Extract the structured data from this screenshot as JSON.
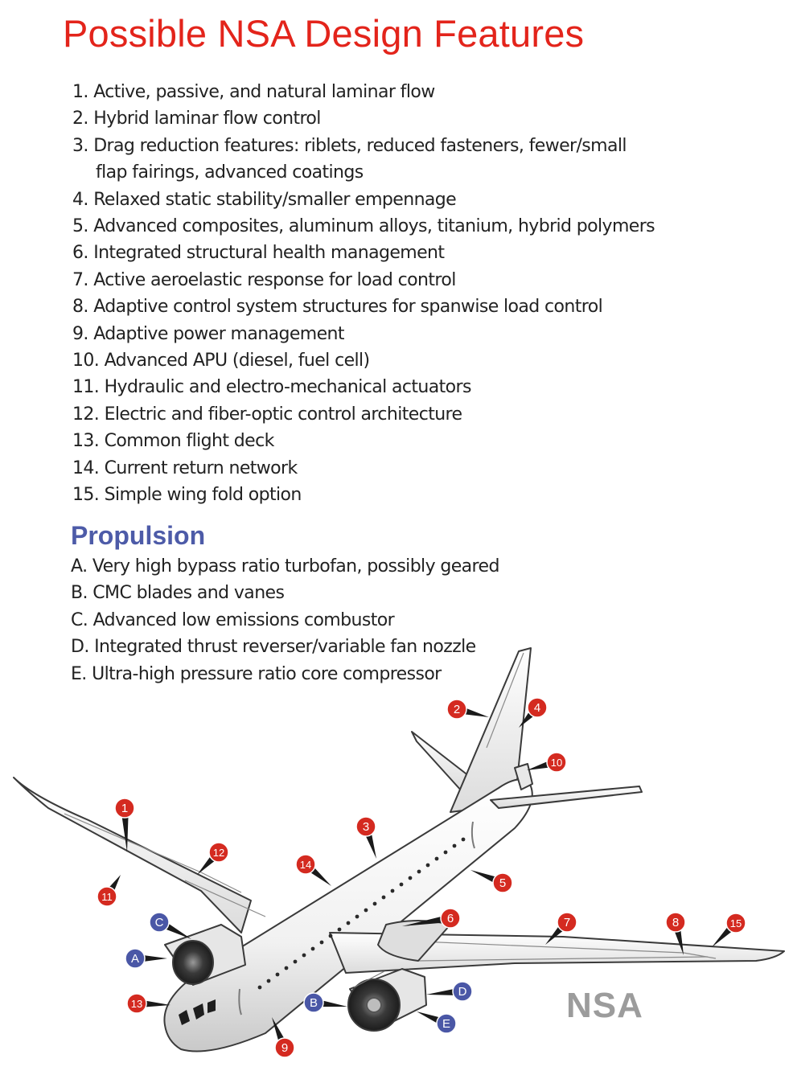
{
  "title": "Possible NSA Design Features",
  "features": [
    {
      "num": "1.",
      "text": "Active, passive, and natural laminar flow"
    },
    {
      "num": "2.",
      "text": "Hybrid laminar flow control"
    },
    {
      "num": "3.",
      "text": "Drag reduction features: riblets, reduced fasteners, fewer/small",
      "cont": "flap fairings, advanced coatings"
    },
    {
      "num": "4.",
      "text": "Relaxed static stability/smaller empennage"
    },
    {
      "num": "5.",
      "text": "Advanced composites, aluminum alloys, titanium, hybrid polymers"
    },
    {
      "num": "6.",
      "text": "Integrated structural health management"
    },
    {
      "num": "7.",
      "text": "Active aeroelastic response for load control"
    },
    {
      "num": "8.",
      "text": "Adaptive control system structures for spanwise load control"
    },
    {
      "num": "9.",
      "text": "Adaptive power management"
    },
    {
      "num": "10.",
      "text": "Advanced APU (diesel, fuel cell)"
    },
    {
      "num": "11.",
      "text": "Hydraulic and electro-mechanical actuators"
    },
    {
      "num": "12.",
      "text": "Electric and fiber-optic control architecture"
    },
    {
      "num": "13.",
      "text": "Common flight deck"
    },
    {
      "num": "14.",
      "text": "Current return network"
    },
    {
      "num": "15.",
      "text": "Simple wing fold option"
    }
  ],
  "propulsion": {
    "title": "Propulsion",
    "items": [
      {
        "letter": "A.",
        "text": "Very high bypass ratio turbofan, possibly geared"
      },
      {
        "letter": "B.",
        "text": "CMC blades and vanes"
      },
      {
        "letter": "C.",
        "text": "Advanced low emissions combustor"
      },
      {
        "letter": "D.",
        "text": "Integrated thrust reverser/variable fan nozzle"
      },
      {
        "letter": "E.",
        "text": "Ultra-high pressure ratio core compressor"
      }
    ]
  },
  "callouts": {
    "red": [
      "1",
      "2",
      "3",
      "4",
      "5",
      "6",
      "7",
      "8",
      "9",
      "10",
      "11",
      "12",
      "13",
      "14",
      "15"
    ],
    "blue": [
      "A",
      "B",
      "C",
      "D",
      "E"
    ]
  },
  "watermark": "NSA",
  "colors": {
    "title": "#e3241b",
    "section": "#4d5ba8",
    "red_marker": "#d42a20",
    "blue_marker": "#4a57a6",
    "watermark": "#9c9c9c"
  }
}
